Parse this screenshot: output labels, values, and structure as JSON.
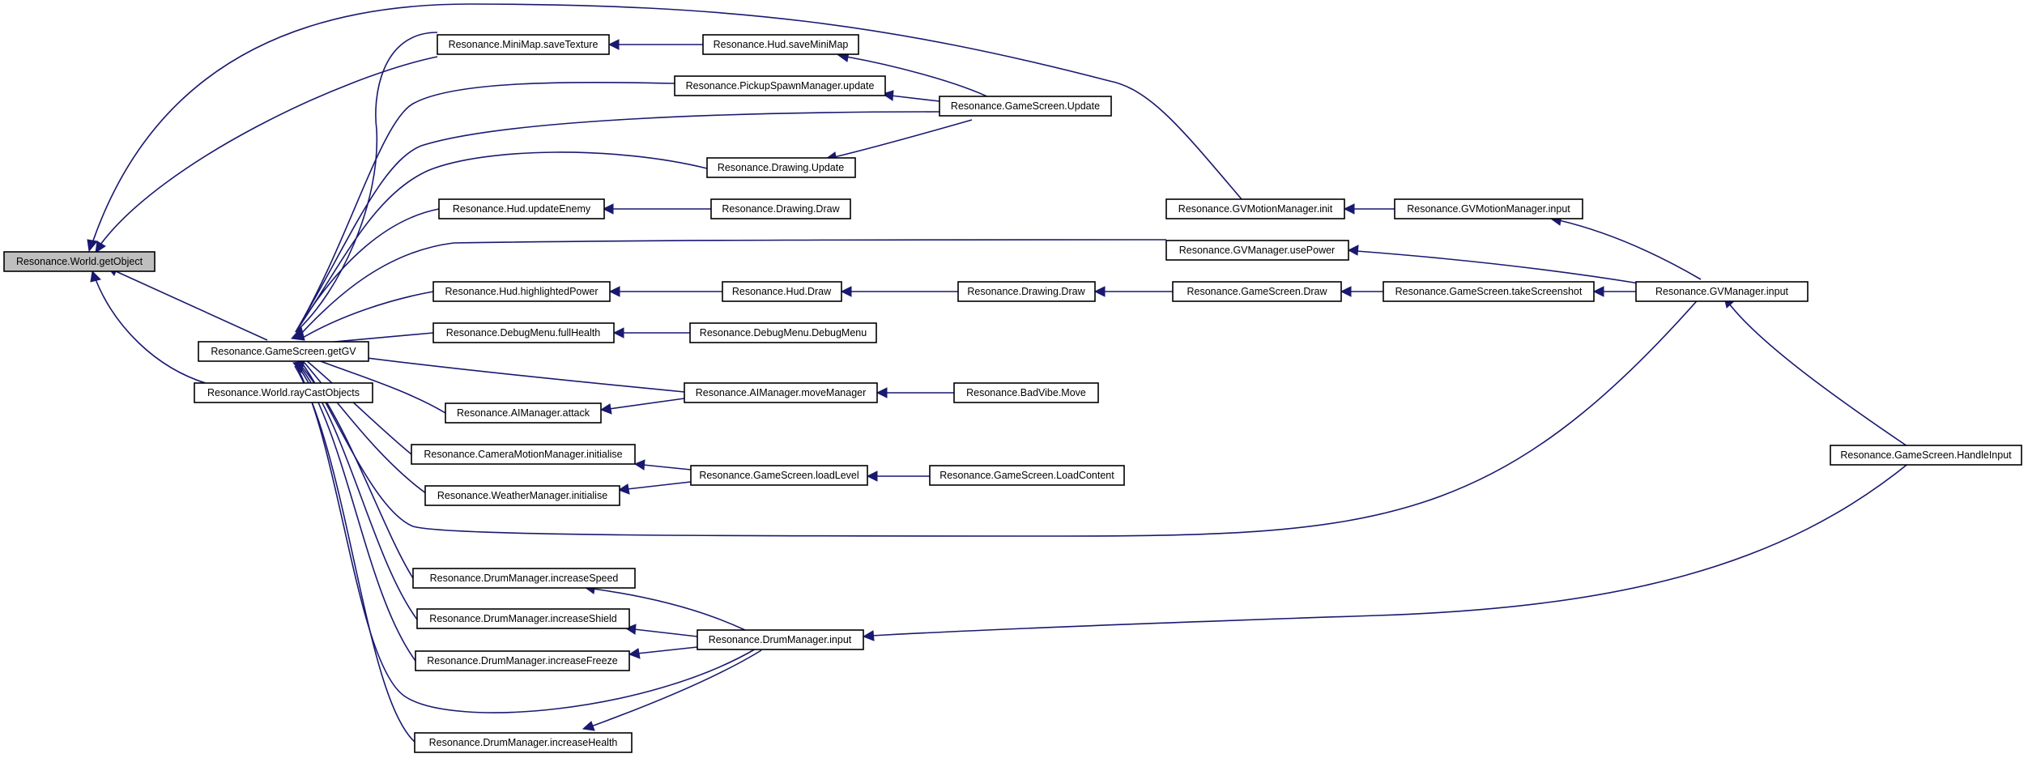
{
  "graph": {
    "colors": {
      "edge": "#191970",
      "root_fill": "#bfbfbf",
      "node_fill": "#ffffff",
      "node_border": "#000000"
    },
    "nodes": [
      {
        "id": "n0",
        "label": "Resonance.World.getObject",
        "root": true
      },
      {
        "id": "n1",
        "label": "Resonance.GameScreen.getGV"
      },
      {
        "id": "n2",
        "label": "Resonance.World.rayCastObjects"
      },
      {
        "id": "n3",
        "label": "Resonance.MiniMap.saveTexture"
      },
      {
        "id": "n4",
        "label": "Resonance.Hud.saveMiniMap"
      },
      {
        "id": "n5",
        "label": "Resonance.PickupSpawnManager.update"
      },
      {
        "id": "n6",
        "label": "Resonance.GameScreen.Update"
      },
      {
        "id": "n7",
        "label": "Resonance.Drawing.Update"
      },
      {
        "id": "n8",
        "label": "Resonance.Hud.updateEnemy"
      },
      {
        "id": "n9",
        "label": "Resonance.Drawing.Draw"
      },
      {
        "id": "n10",
        "label": "Resonance.GVMotionManager.init"
      },
      {
        "id": "n11",
        "label": "Resonance.GVMotionManager.input"
      },
      {
        "id": "n12",
        "label": "Resonance.GVManager.usePower"
      },
      {
        "id": "n13",
        "label": "Resonance.Hud.highlightedPower"
      },
      {
        "id": "n14",
        "label": "Resonance.Hud.Draw"
      },
      {
        "id": "n15",
        "label": "Resonance.Drawing.Draw"
      },
      {
        "id": "n16",
        "label": "Resonance.GameScreen.Draw"
      },
      {
        "id": "n17",
        "label": "Resonance.GameScreen.takeScreenshot"
      },
      {
        "id": "n18",
        "label": "Resonance.GVManager.input"
      },
      {
        "id": "n19",
        "label": "Resonance.DebugMenu.fullHealth"
      },
      {
        "id": "n20",
        "label": "Resonance.DebugMenu.DebugMenu"
      },
      {
        "id": "n21",
        "label": "Resonance.AIManager.moveManager"
      },
      {
        "id": "n22",
        "label": "Resonance.BadVibe.Move"
      },
      {
        "id": "n23",
        "label": "Resonance.AIManager.attack"
      },
      {
        "id": "n24",
        "label": "Resonance.CameraMotionManager.initialise"
      },
      {
        "id": "n25",
        "label": "Resonance.GameScreen.loadLevel"
      },
      {
        "id": "n26",
        "label": "Resonance.GameScreen.LoadContent"
      },
      {
        "id": "n27",
        "label": "Resonance.WeatherManager.initialise"
      },
      {
        "id": "n28",
        "label": "Resonance.GameScreen.HandleInput"
      },
      {
        "id": "n29",
        "label": "Resonance.DrumManager.increaseSpeed"
      },
      {
        "id": "n30",
        "label": "Resonance.DrumManager.increaseShield"
      },
      {
        "id": "n31",
        "label": "Resonance.DrumManager.input"
      },
      {
        "id": "n32",
        "label": "Resonance.DrumManager.increaseFreeze"
      },
      {
        "id": "n33",
        "label": "Resonance.DrumManager.increaseHealth"
      }
    ]
  }
}
